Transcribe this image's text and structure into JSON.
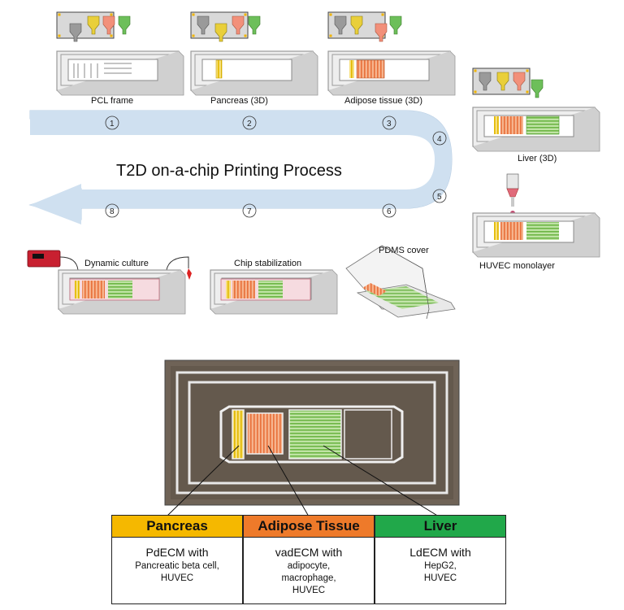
{
  "process": {
    "title": "T2D on-a-chip Printing Process",
    "steps": [
      {
        "num": "1",
        "label": "PCL frame"
      },
      {
        "num": "2",
        "label": "Pancreas (3D)"
      },
      {
        "num": "3",
        "label": "Adipose tissue (3D)"
      },
      {
        "num": "4",
        "label": "Liver (3D)"
      },
      {
        "num": "5",
        "label": "HUVEC monolayer"
      },
      {
        "num": "6",
        "label": "PDMS cover"
      },
      {
        "num": "7",
        "label": "Chip stabilization"
      },
      {
        "num": "8",
        "label": "Dynamic culture"
      }
    ]
  },
  "tissues": [
    {
      "name": "Pancreas",
      "color": "#f5b800",
      "main": "PdECM with",
      "details": [
        "Pancreatic beta cell,",
        "HUVEC"
      ]
    },
    {
      "name": "Adipose Tissue",
      "color": "#ee7a2a",
      "main": "vadECM with",
      "details": [
        "adipocyte,",
        "macrophage,",
        "HUVEC"
      ]
    },
    {
      "name": "Liver",
      "color": "#21a84a",
      "main": "LdECM with",
      "details": [
        "HepG2,",
        "HUVEC"
      ]
    }
  ],
  "colors": {
    "arrow": "#cfe0f0",
    "pancreas_ink": "#e6c63a",
    "adipose_ink": "#f08a62",
    "liver_ink": "#7fc45a",
    "nozzle_gray": "#9a9a9a",
    "frame_gray": "#cfcfcf",
    "photo_bg": "#6f6357"
  }
}
